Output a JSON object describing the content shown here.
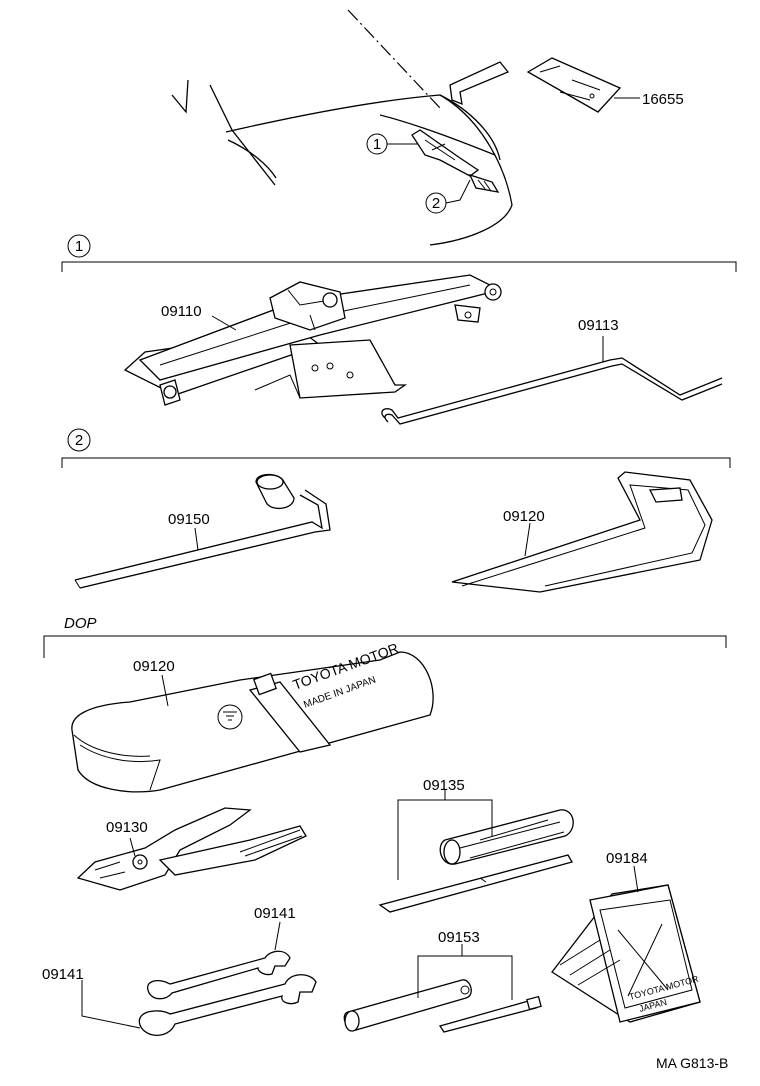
{
  "callouts": {
    "one": "1",
    "two": "2"
  },
  "sections": {
    "dop": "DOP"
  },
  "parts": {
    "p16655": "16655",
    "p09110": "09110",
    "p09113": "09113",
    "p09150": "09150",
    "p09120_tool": "09120",
    "p09120_bag": "09120",
    "p09130": "09130",
    "p09135": "09135",
    "p09184": "09184",
    "p09141_a": "09141",
    "p09141_b": "09141",
    "p09153": "09153"
  },
  "bag_text": {
    "line1": "TOYOTA MOTOR",
    "line2": "MADE IN JAPAN"
  },
  "plate_text": {
    "line1": "TOYOTA MOTOR",
    "line2": "JAPAN"
  },
  "drawing_code": "MA G813-B"
}
